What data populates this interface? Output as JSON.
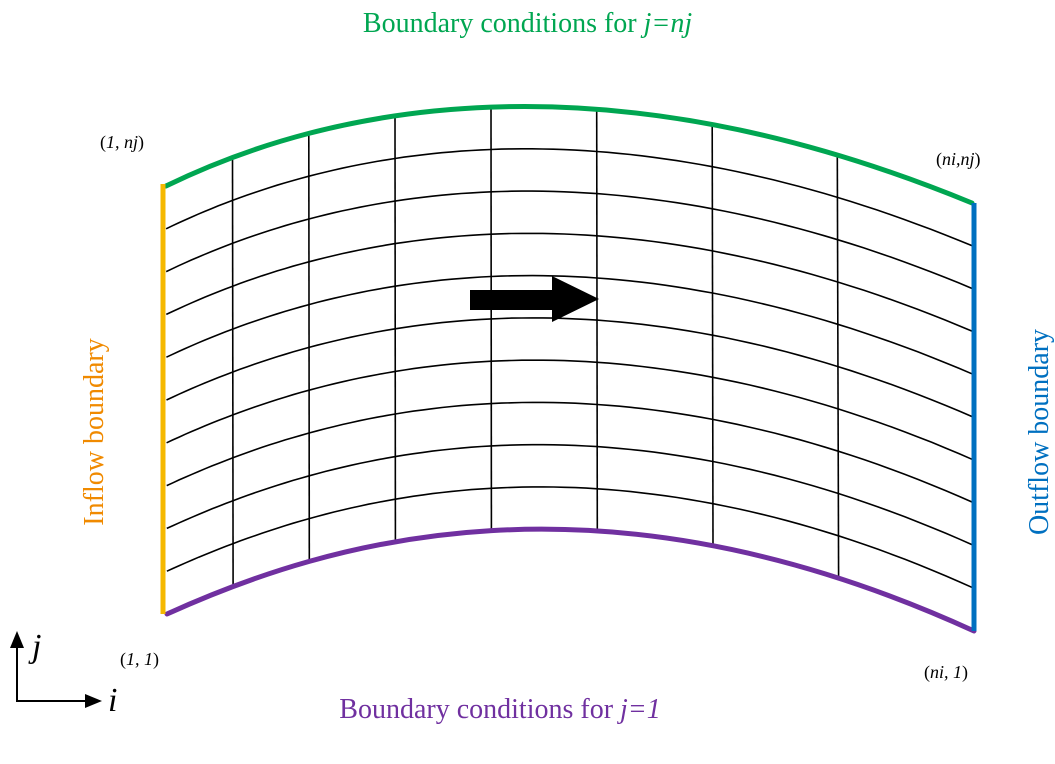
{
  "labels": {
    "top_boundary_prefix": "Boundary conditions for ",
    "top_boundary_expr": "j=nj",
    "bottom_boundary_prefix": "Boundary conditions for ",
    "bottom_boundary_expr": "j=1",
    "inflow": "Inflow boundary",
    "outflow": "Outflow boundary",
    "corner_top_left": "1, nj",
    "corner_top_right": "ni,nj",
    "corner_bottom_left": "1,  1",
    "corner_bottom_right": "ni,  1",
    "axis_j": "j",
    "axis_i": "i"
  },
  "grid": {
    "i_lines": 9,
    "j_lines": 11
  },
  "colors": {
    "top_boundary": "#00a651",
    "bottom_boundary": "#7030a0",
    "inflow_boundary": "#f5b800",
    "inflow_label": "#f08a00",
    "outflow_boundary": "#0070c0",
    "grid_lines": "#000000",
    "flow_arrow": "#000000"
  },
  "icons": {
    "flow_direction": "right-arrow-icon",
    "axis_j": "up-arrow-icon",
    "axis_i": "right-arrow-icon"
  }
}
